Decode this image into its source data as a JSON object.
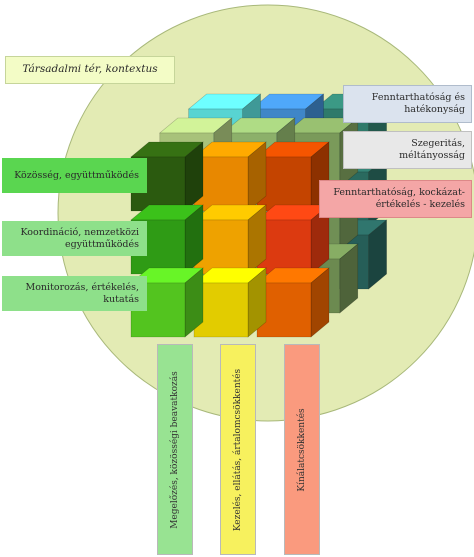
{
  "title": "Társadalmi tér, kontextus",
  "rows": [
    {
      "label": "Közösség, együttműködés"
    },
    {
      "label": "Koordináció, nemzetközi együttműködés"
    },
    {
      "label": "Monitorozás, értékelés, kutatás"
    }
  ],
  "columns": [
    {
      "label": "Megelőzés, közösségi beavatkozás"
    },
    {
      "label": "Kezelés, ellátás, ártalomcsökkentés"
    },
    {
      "label": "Kínálatcsökkentés"
    }
  ],
  "depth_layers": [
    {
      "label": "Fenntarthatóság és hatékonyság"
    },
    {
      "label": "Szegeritás, méltányosság"
    },
    {
      "label": "Fenntarthatóság, kockázat- értékelés - kezelés"
    }
  ],
  "colors": {
    "circle": "#e3ebb4",
    "row_community": "#5ad650",
    "row_coordination": "#8ee08a",
    "row_monitoring": "#8ee08a",
    "col_prevention": "#98e392",
    "col_treatment": "#f7f15e",
    "col_supply": "#fa9a7e",
    "layer_sustainability": "#dbe3ee",
    "layer_equity": "#e8e8e8",
    "layer_risk": "#f4a6a6"
  }
}
